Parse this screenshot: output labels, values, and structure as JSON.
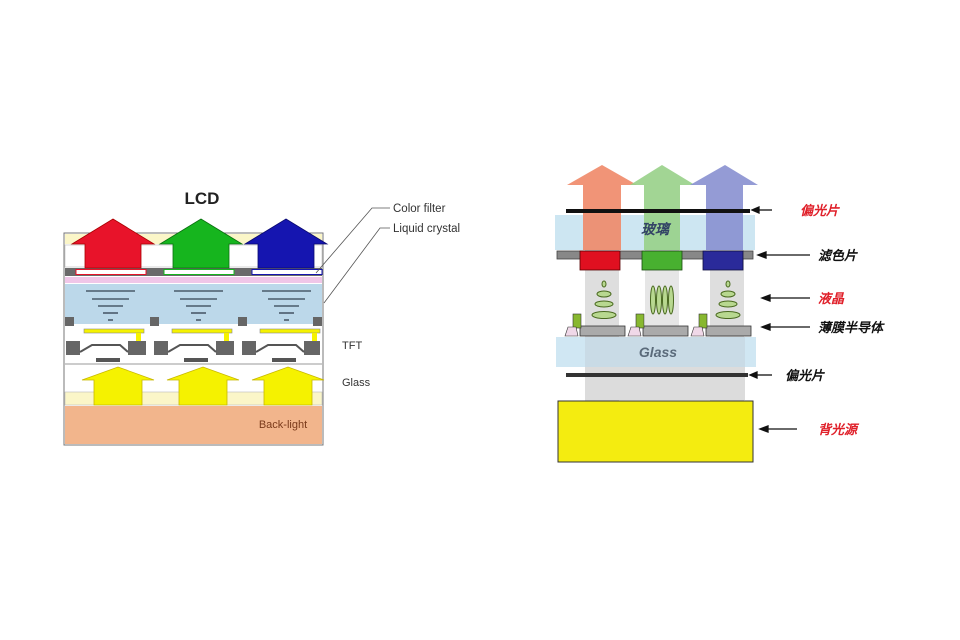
{
  "left_diagram": {
    "title": "LCD",
    "labels": {
      "color_filter": "Color filter",
      "liquid_crystal": "Liquid crystal",
      "tft": "TFT",
      "glass": "Glass",
      "backlight": "Back-light"
    },
    "colors": {
      "red": "#e8132a",
      "green": "#16b51e",
      "blue": "#1515b0",
      "yellow": "#f5f200",
      "backlight": "#f2b58c",
      "liquid": "#bcd8ea",
      "filter_band": "#f0c6e8"
    }
  },
  "right_diagram": {
    "glass_top_label": "玻璃",
    "glass_bottom_label": "Glass",
    "labels": [
      {
        "text": "偏光片",
        "color": "#e0202a"
      },
      {
        "text": "滤色片",
        "color": "#111111"
      },
      {
        "text": "液晶",
        "color": "#e0202a"
      },
      {
        "text": "薄膜半导体",
        "color": "#111111"
      },
      {
        "text": "偏光片",
        "color": "#111111"
      },
      {
        "text": "背光源",
        "color": "#e0202a"
      }
    ],
    "colors": {
      "arrow_red": "#f08868",
      "arrow_green": "#98d088",
      "arrow_blue": "#8890d0",
      "filter_red": "#e01020",
      "filter_green": "#48b030",
      "filter_blue": "#2a2a9a",
      "glass": "#cde6f2",
      "backlight": "#f4ec10"
    }
  }
}
